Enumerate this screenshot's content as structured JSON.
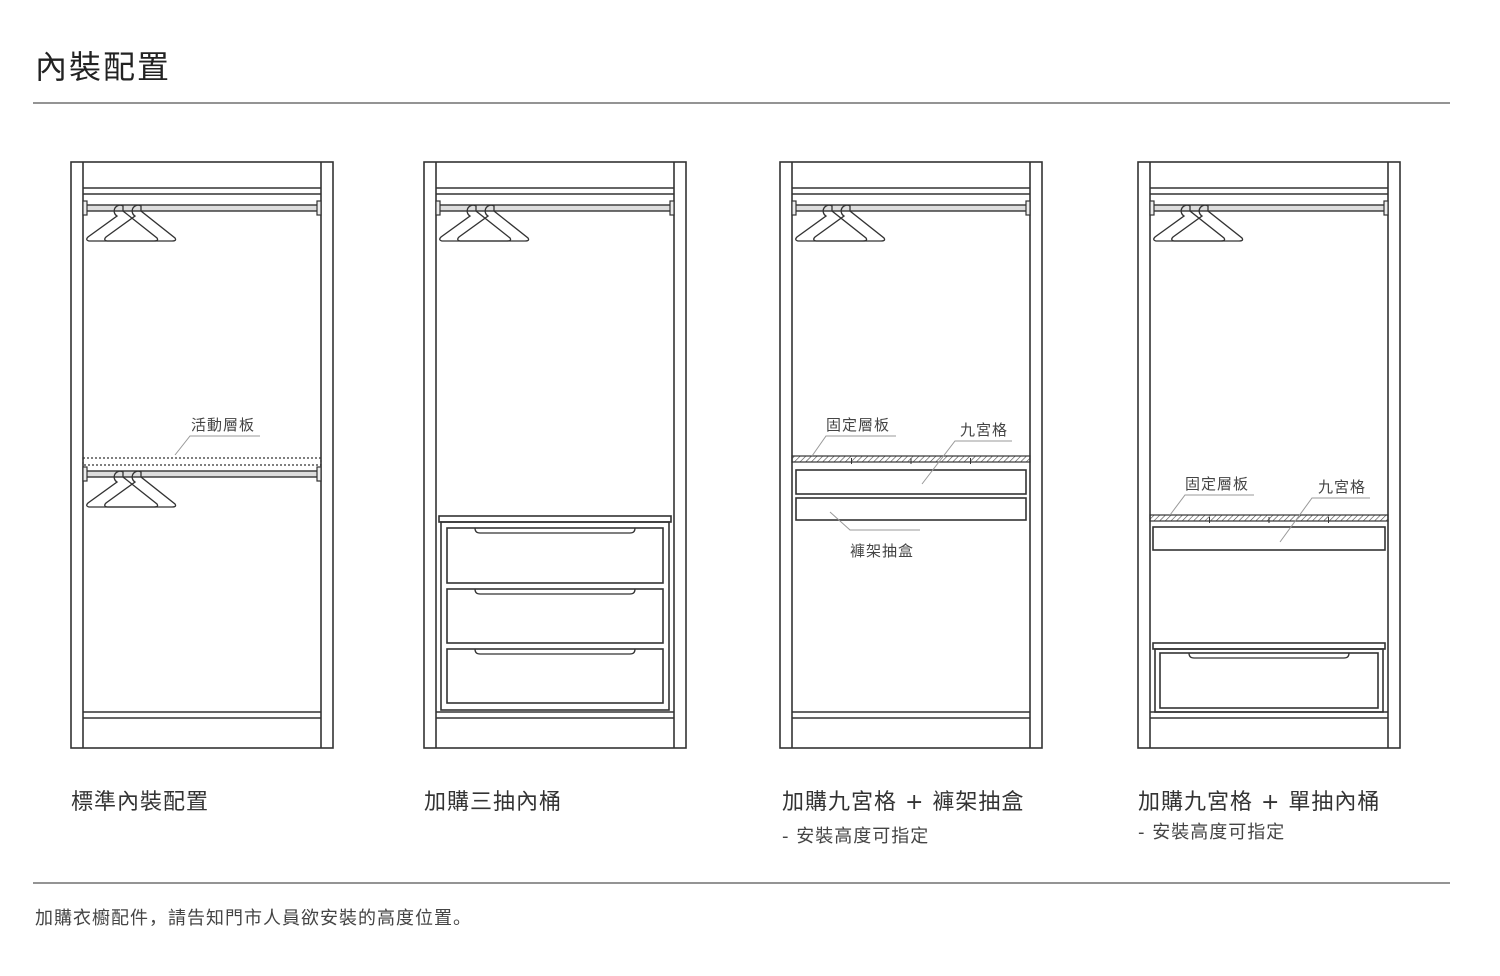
{
  "title": "內裝配置",
  "footer_note": "加購衣櫥配件，請告知門市人員欲安裝的高度位置。",
  "configs": [
    {
      "caption": "標準內裝配置",
      "labels": [
        "活動層板"
      ]
    },
    {
      "caption": "加購三抽內桶",
      "labels": []
    },
    {
      "caption": "加購九宮格 + 褲架抽盒",
      "subcaption": "- 安裝高度可指定",
      "labels": [
        "固定層板",
        "九宮格",
        "褲架抽盒"
      ]
    },
    {
      "caption": "加購九宮格 + 單抽內桶",
      "subcaption": "- 安裝高度可指定",
      "labels": [
        "固定層板",
        "九宮格"
      ]
    }
  ],
  "colors": {
    "line": "#333333",
    "rule": "#555555",
    "leader": "#999999"
  }
}
